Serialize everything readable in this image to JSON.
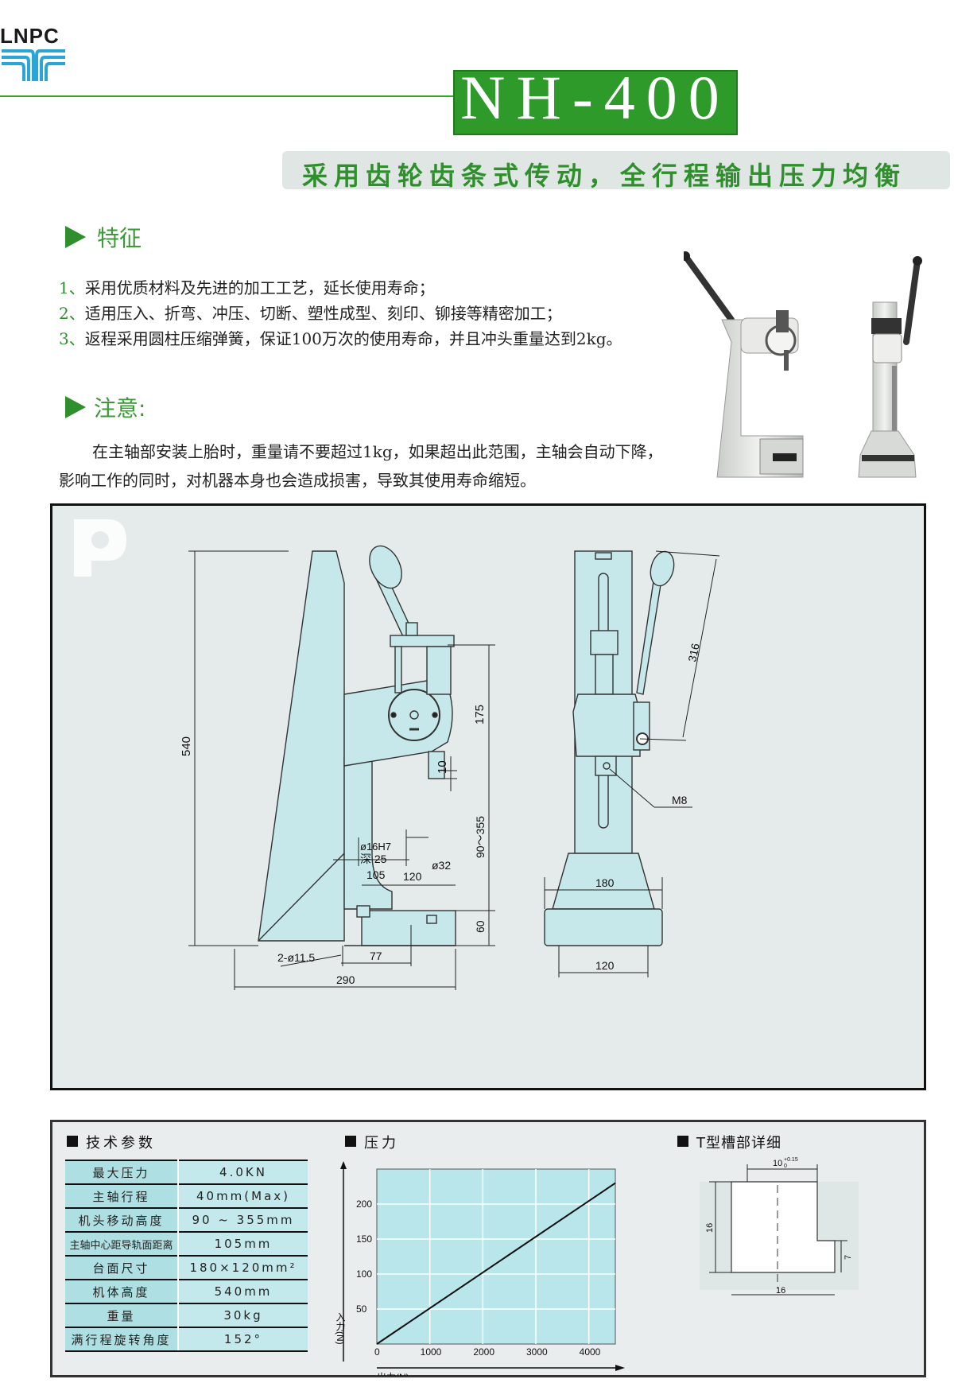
{
  "brand": {
    "logo_text": "LNPC"
  },
  "header": {
    "model": "NH-400",
    "slogan": "采用齿轮齿条式传动，全行程输出压力均衡"
  },
  "features": {
    "title": "特征",
    "items": [
      {
        "num": "1、",
        "text": "采用优质材料及先进的加工工艺，延长使用寿命；"
      },
      {
        "num": "2、",
        "text": "适用压入、折弯、冲压、切断、塑性成型、刻印、铆接等精密加工；"
      },
      {
        "num": "3、",
        "text": "返程采用圆柱压缩弹簧，保证100万次的使用寿命，并且冲头重量达到2kg。"
      }
    ]
  },
  "notice": {
    "title": "注意:",
    "line1": "在主轴部安装上胎时，重量请不要超过1kg，如果超出此范围，主轴会自动下降，",
    "line2": "影响工作的同时，对机器本身也会造成损害，导致其使用寿命缩短。"
  },
  "drawing": {
    "dims": {
      "height_total": "540",
      "stroke_175": "175",
      "d10": "10",
      "bore": "ø16H7",
      "depth": "深 25",
      "dia32": "ø32",
      "range": "90～355",
      "d105": "105",
      "d120a": "120",
      "d60": "60",
      "holes": "2-ø11.5",
      "d77": "77",
      "d290": "290",
      "d316": "316",
      "m8": "M8",
      "d180": "180",
      "d120b": "120"
    },
    "watermark": "p"
  },
  "specs": {
    "title": "技术参数",
    "rows": [
      {
        "k": "最大压力",
        "v": "4.0KN"
      },
      {
        "k": "主轴行程",
        "v": "40mm(Max)"
      },
      {
        "k": "机头移动高度",
        "v": "90 ~ 355mm"
      },
      {
        "k": "主轴中心距导轨面距离",
        "v": "105mm",
        "small": true
      },
      {
        "k": "台面尺寸",
        "v": "180×120mm²"
      },
      {
        "k": "机体高度",
        "v": "540mm"
      },
      {
        "k": "重量",
        "v": "30kg"
      },
      {
        "k": "满行程旋转角度",
        "v": "152°"
      }
    ]
  },
  "pressure_chart": {
    "title": "压力",
    "chart_data": {
      "type": "line",
      "x": [
        0,
        4500
      ],
      "series": [
        {
          "values": [
            0,
            230
          ]
        }
      ],
      "x_ticks": [
        "0",
        "1000",
        "2000",
        "3000",
        "4000"
      ],
      "y_ticks": [
        "50",
        "100",
        "150",
        "200"
      ],
      "xlabel": "出力(N)",
      "ylabel": "入力(N)",
      "xlim": [
        0,
        4500
      ],
      "ylim": [
        0,
        250
      ],
      "grid": true
    }
  },
  "tslot": {
    "title": "T型槽部详细",
    "top": "10",
    "top_tol": "+0.15",
    "top_tol2": "0",
    "h16": "16",
    "h7": "7",
    "w16": "16"
  },
  "colors": {
    "green": "#2e9a2a",
    "machine": "#c6e8ea",
    "panel": "#e5eaea"
  }
}
